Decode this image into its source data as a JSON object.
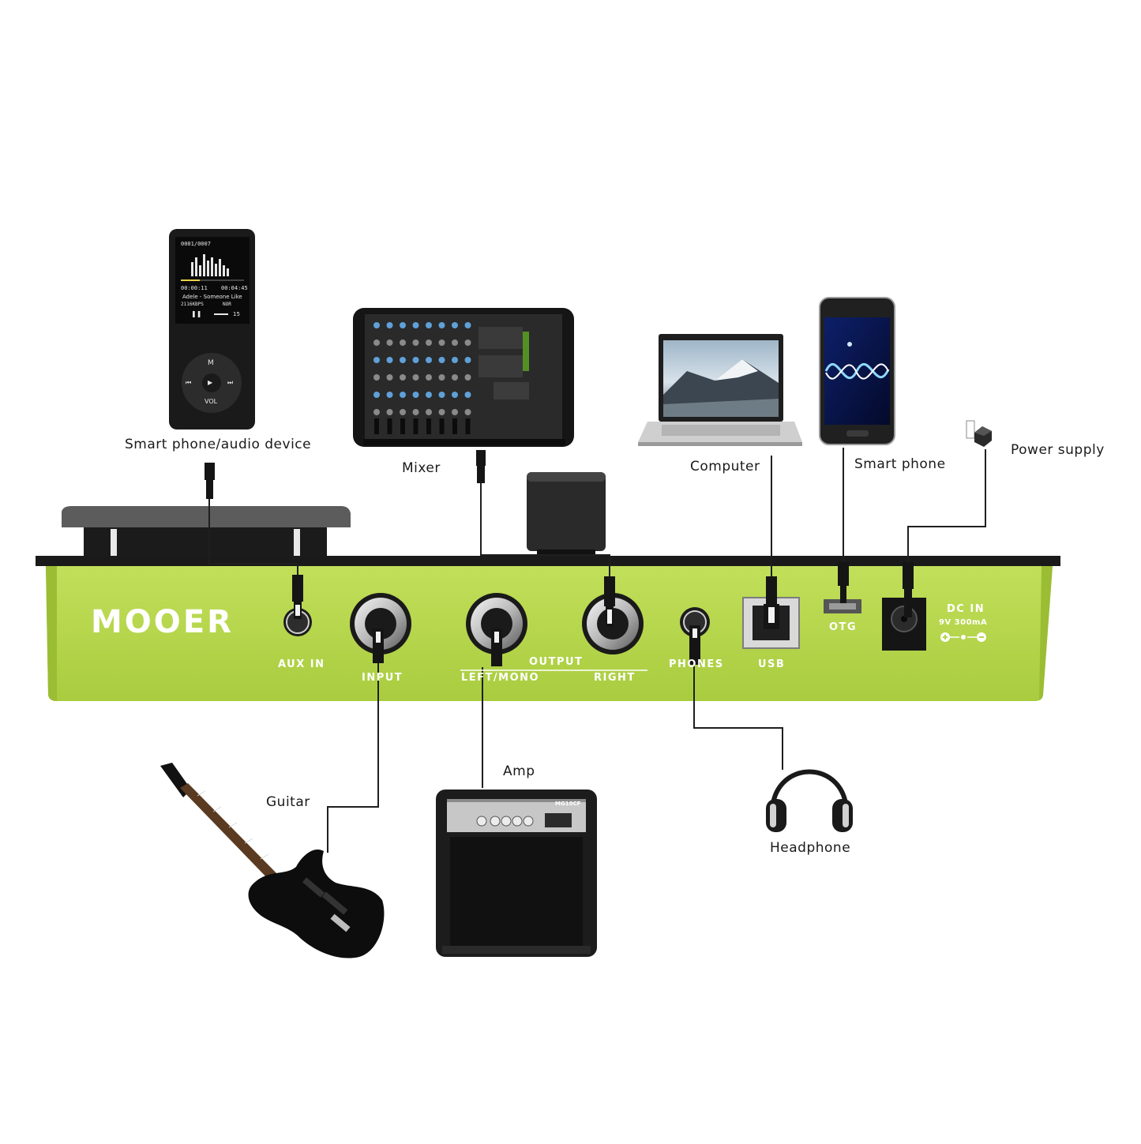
{
  "brand": {
    "logo": "MOOER",
    "panel_color": "#b3d448",
    "panel_edge": "#9dbd37"
  },
  "devices": {
    "audio_device": "Smart phone/audio device",
    "mixer": "Mixer",
    "computer": "Computer",
    "smart_phone": "Smart phone",
    "power_supply": "Power supply",
    "guitar": "Guitar",
    "amp": "Amp",
    "headphone": "Headphone"
  },
  "ports": {
    "aux_in": "AUX IN",
    "input": "INPUT",
    "output": "OUTPUT",
    "left_mono": "LEFT/MONO",
    "right": "RIGHT",
    "phones": "PHONES",
    "usb": "USB",
    "otg": "OTG",
    "dc_in": "DC IN",
    "dc_spec": "9V 300mA"
  },
  "player_screen": {
    "track": "0001/0007",
    "time_elapsed": "00:00:11",
    "time_total": "00:04:45",
    "song": "Adele - Someone Like",
    "bitrate": "2116KBPS",
    "mode": "NOR",
    "volume": "15",
    "wheel_top": "M",
    "wheel_bottom": "VOL"
  },
  "amp_model": "MG10CF"
}
